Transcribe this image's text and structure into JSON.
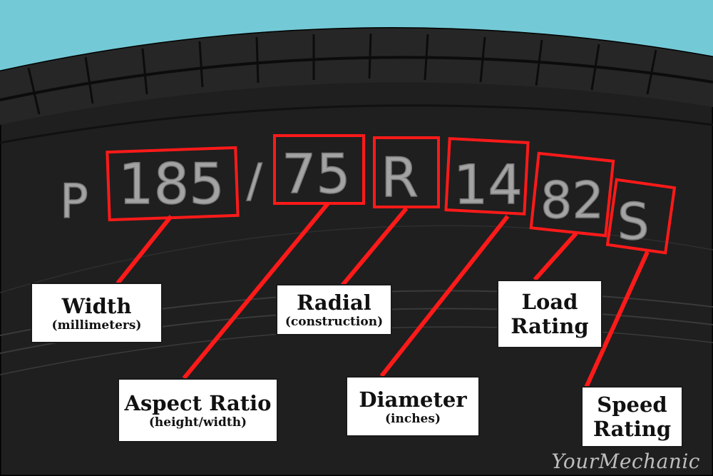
{
  "tire_code": {
    "type_letter": "P",
    "width": "185",
    "slash": "/",
    "aspect_ratio": "75",
    "construction": "R",
    "diameter": "14",
    "load_index": "82",
    "speed_symbol": "S"
  },
  "labels": {
    "width": {
      "title": "Width",
      "subtitle": "(millimeters)"
    },
    "aspect_ratio": {
      "title": "Aspect Ratio",
      "subtitle": "(height/width)"
    },
    "radial": {
      "title": "Radial",
      "subtitle": "(construction)"
    },
    "diameter": {
      "title": "Diameter",
      "subtitle": "(inches)"
    },
    "load_rating": {
      "line1": "Load",
      "line2": "Rating"
    },
    "speed_rating": {
      "line1": "Speed",
      "line2": "Rating"
    }
  },
  "watermark": "YourMechanic",
  "colors": {
    "sky": "#74c9d6",
    "tire": "#1f1f1f",
    "highlight": "#ff1a1a",
    "digits": "#a3a3a3"
  }
}
